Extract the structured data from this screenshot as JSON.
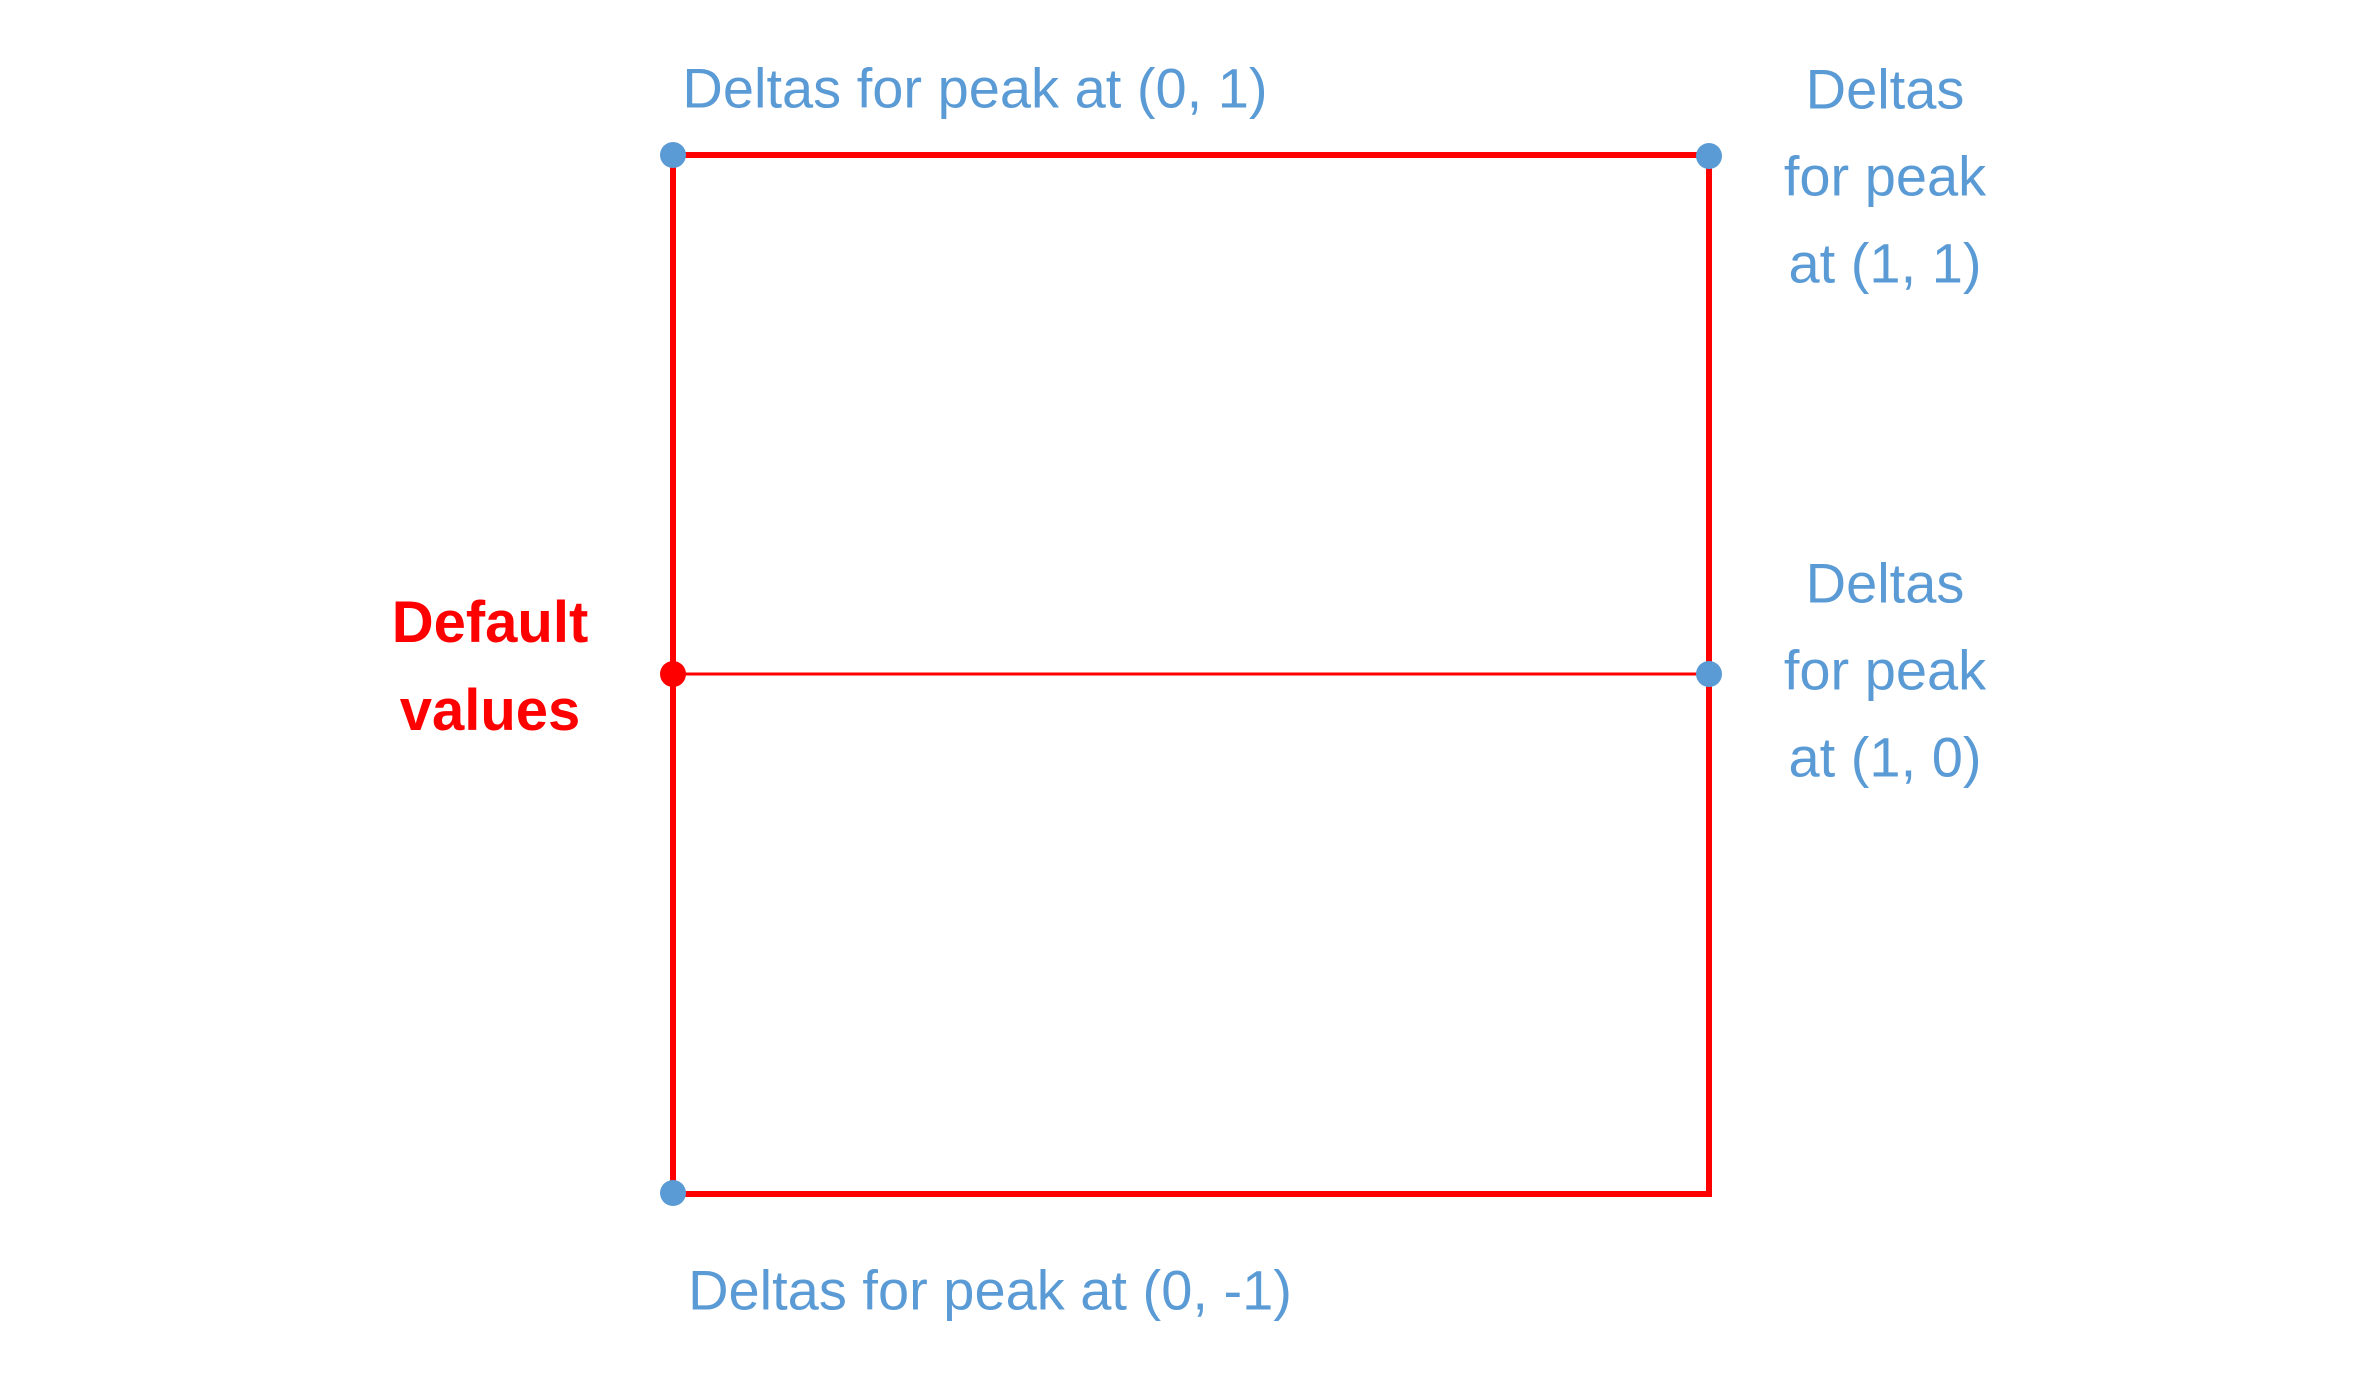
{
  "figure": {
    "labels": {
      "top": "Deltas for peak at (0, 1)",
      "top_right": {
        "lines": [
          "Deltas",
          "for peak",
          "at (1, 1)"
        ]
      },
      "mid_right": {
        "lines": [
          "Deltas",
          "for peak",
          "at (1, 0)"
        ]
      },
      "bottom": "Deltas for peak at (0, -1)",
      "left": {
        "lines": [
          "Default",
          "values"
        ]
      }
    },
    "colors": {
      "line_red": "#ff0000",
      "point_blue": "#5b9bd5",
      "point_red": "#ff0000",
      "text_blue": "#5b9bd5",
      "text_red": "#ff0000",
      "background": "#ffffff"
    }
  }
}
